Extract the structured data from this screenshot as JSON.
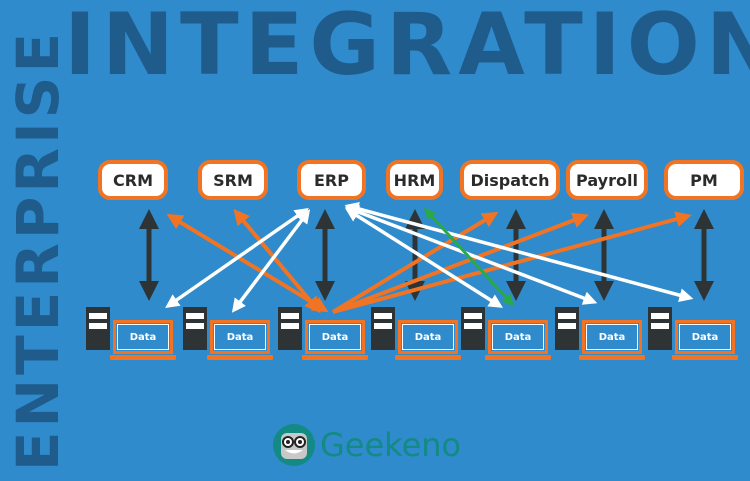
{
  "title": "INTEGRATION",
  "side_title": "ENTERPRISE",
  "modules": [
    "CRM",
    "SRM",
    "ERP",
    "HRM",
    "Dispatch",
    "Payroll",
    "PM"
  ],
  "data_label": "Data",
  "brand": "Geekeno",
  "colors": {
    "background": "#2f8bcb",
    "title": "#1f5c8c",
    "orange": "#f07424",
    "dark": "#2e3436",
    "green": "#2aa84a"
  }
}
